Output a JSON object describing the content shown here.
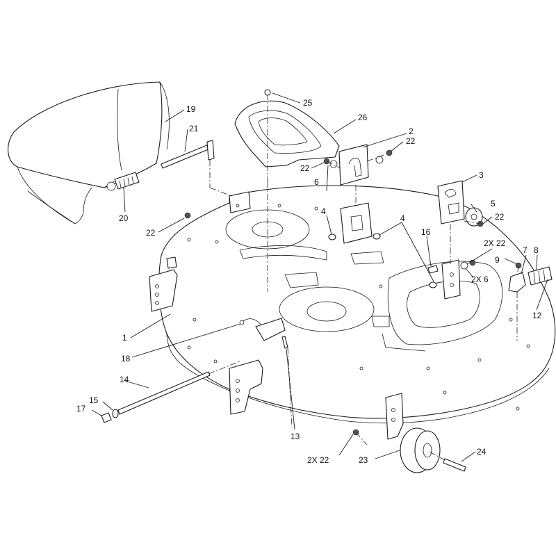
{
  "callouts": [
    {
      "id": "c1",
      "text": "1"
    },
    {
      "id": "c2",
      "text": "2"
    },
    {
      "id": "c2x22a",
      "text": "2X 22"
    },
    {
      "id": "c2x22b",
      "text": "2X 22"
    },
    {
      "id": "c2x6",
      "text": "2X  6"
    },
    {
      "id": "c3",
      "text": "3"
    },
    {
      "id": "c4a",
      "text": "4"
    },
    {
      "id": "c4b",
      "text": "4"
    },
    {
      "id": "c5",
      "text": "5"
    },
    {
      "id": "c6",
      "text": "6"
    },
    {
      "id": "c7",
      "text": "7"
    },
    {
      "id": "c8",
      "text": "8"
    },
    {
      "id": "c9",
      "text": "9"
    },
    {
      "id": "c12",
      "text": "12"
    },
    {
      "id": "c13",
      "text": "13"
    },
    {
      "id": "c14",
      "text": "14"
    },
    {
      "id": "c15",
      "text": "15"
    },
    {
      "id": "c16",
      "text": "16"
    },
    {
      "id": "c17",
      "text": "17"
    },
    {
      "id": "c18",
      "text": "18"
    },
    {
      "id": "c19",
      "text": "19"
    },
    {
      "id": "c20",
      "text": "20"
    },
    {
      "id": "c21",
      "text": "21"
    },
    {
      "id": "c22a",
      "text": "22"
    },
    {
      "id": "c22b",
      "text": "22"
    },
    {
      "id": "c22c",
      "text": "22"
    },
    {
      "id": "c22d",
      "text": "22"
    },
    {
      "id": "c23",
      "text": "23"
    },
    {
      "id": "c24",
      "text": "24"
    },
    {
      "id": "c25",
      "text": "25"
    },
    {
      "id": "c26",
      "text": "26"
    }
  ]
}
